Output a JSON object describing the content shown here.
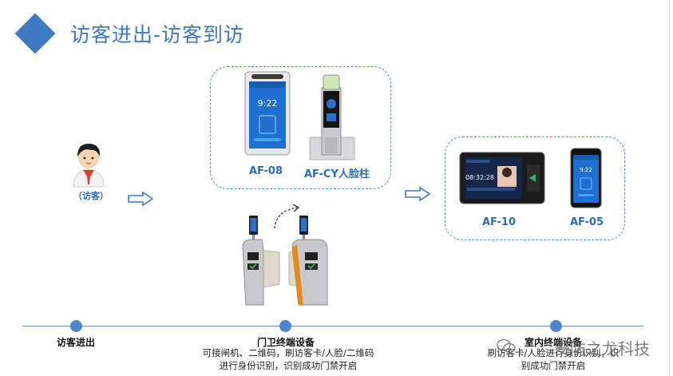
{
  "slide": {
    "title": "访客进出-访客到访"
  },
  "visitor": {
    "label": "（访客）"
  },
  "device_group_1": {
    "devices": [
      {
        "name": "AF-08",
        "screen_time": "9:22"
      },
      {
        "name": "AF-CY人脸柱"
      }
    ]
  },
  "device_group_2": {
    "devices": [
      {
        "name": "AF-10",
        "screen_time": "08:32:28"
      },
      {
        "name": "AF-05",
        "screen_time": "9:22"
      }
    ]
  },
  "timeline": {
    "stages": [
      {
        "title": "访客进出",
        "desc": []
      },
      {
        "title": "门卫终端设备",
        "desc": [
          "可接闸机、二维码，刷访客卡/人脸/二维码",
          "进行身份识别，识别成功门禁开启"
        ]
      },
      {
        "title": "室内终端设备",
        "desc": [
          "刷访客卡/人脸进行身份识别，识",
          "别成功门禁开启"
        ]
      }
    ]
  },
  "watermark": {
    "text": "安防之龙科技"
  },
  "colors": {
    "accent": "#3f79c2",
    "dashed_border": "#4f8fd6",
    "device_label": "#2d6cb6",
    "timeline": "#5a8fd0"
  }
}
